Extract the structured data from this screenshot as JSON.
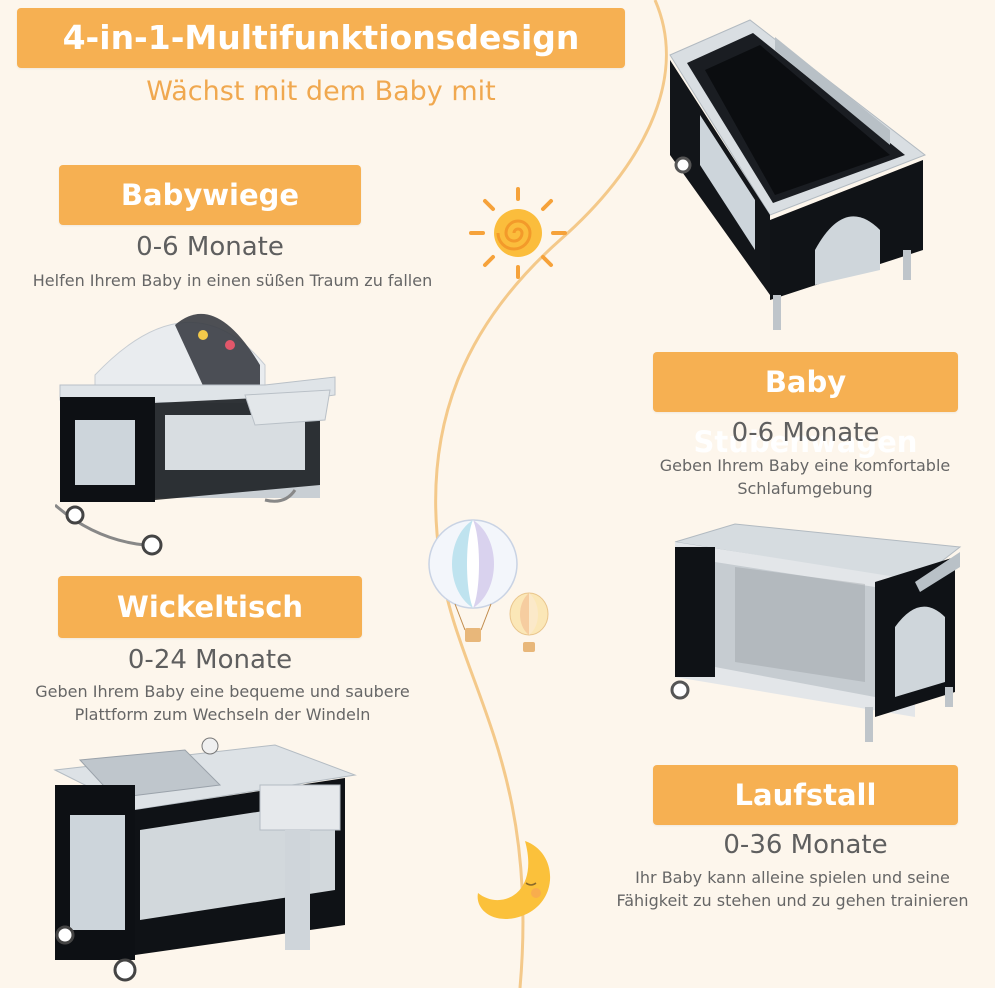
{
  "header": {
    "title": "4-in-1-Multifunktionsdesign",
    "subtitle": "Wächst mit dem Baby mit"
  },
  "features": [
    {
      "title": "Babywiege",
      "age": "0-6 Monate",
      "desc_lines": [
        "Helfen Ihrem Baby in einen süßen Traum zu fallen"
      ]
    },
    {
      "title": "Wickeltisch",
      "age": "0-24 Monate",
      "desc_lines": [
        "Geben Ihrem Baby eine bequeme und saubere",
        "Plattform zum Wechseln der Windeln"
      ]
    },
    {
      "title": "Baby Stubenwagen",
      "age": "0-6 Monate",
      "desc_lines": [
        "Geben Ihrem Baby eine komfortable",
        "Schlafumgebung"
      ]
    },
    {
      "title": "Laufstall",
      "age": "0-36 Monate",
      "desc_lines": [
        "Ihr Baby kann alleine spielen und seine",
        "Fähigkeit zu stehen und zu gehen trainieren"
      ]
    }
  ],
  "colors": {
    "background": "#fdf6ec",
    "accent": "#f6b052",
    "accent_text": "#f0a84f",
    "text": "#5f5f5f"
  },
  "icons": [
    "sun-icon",
    "hot-air-balloon-icon",
    "crescent-moon-icon"
  ]
}
